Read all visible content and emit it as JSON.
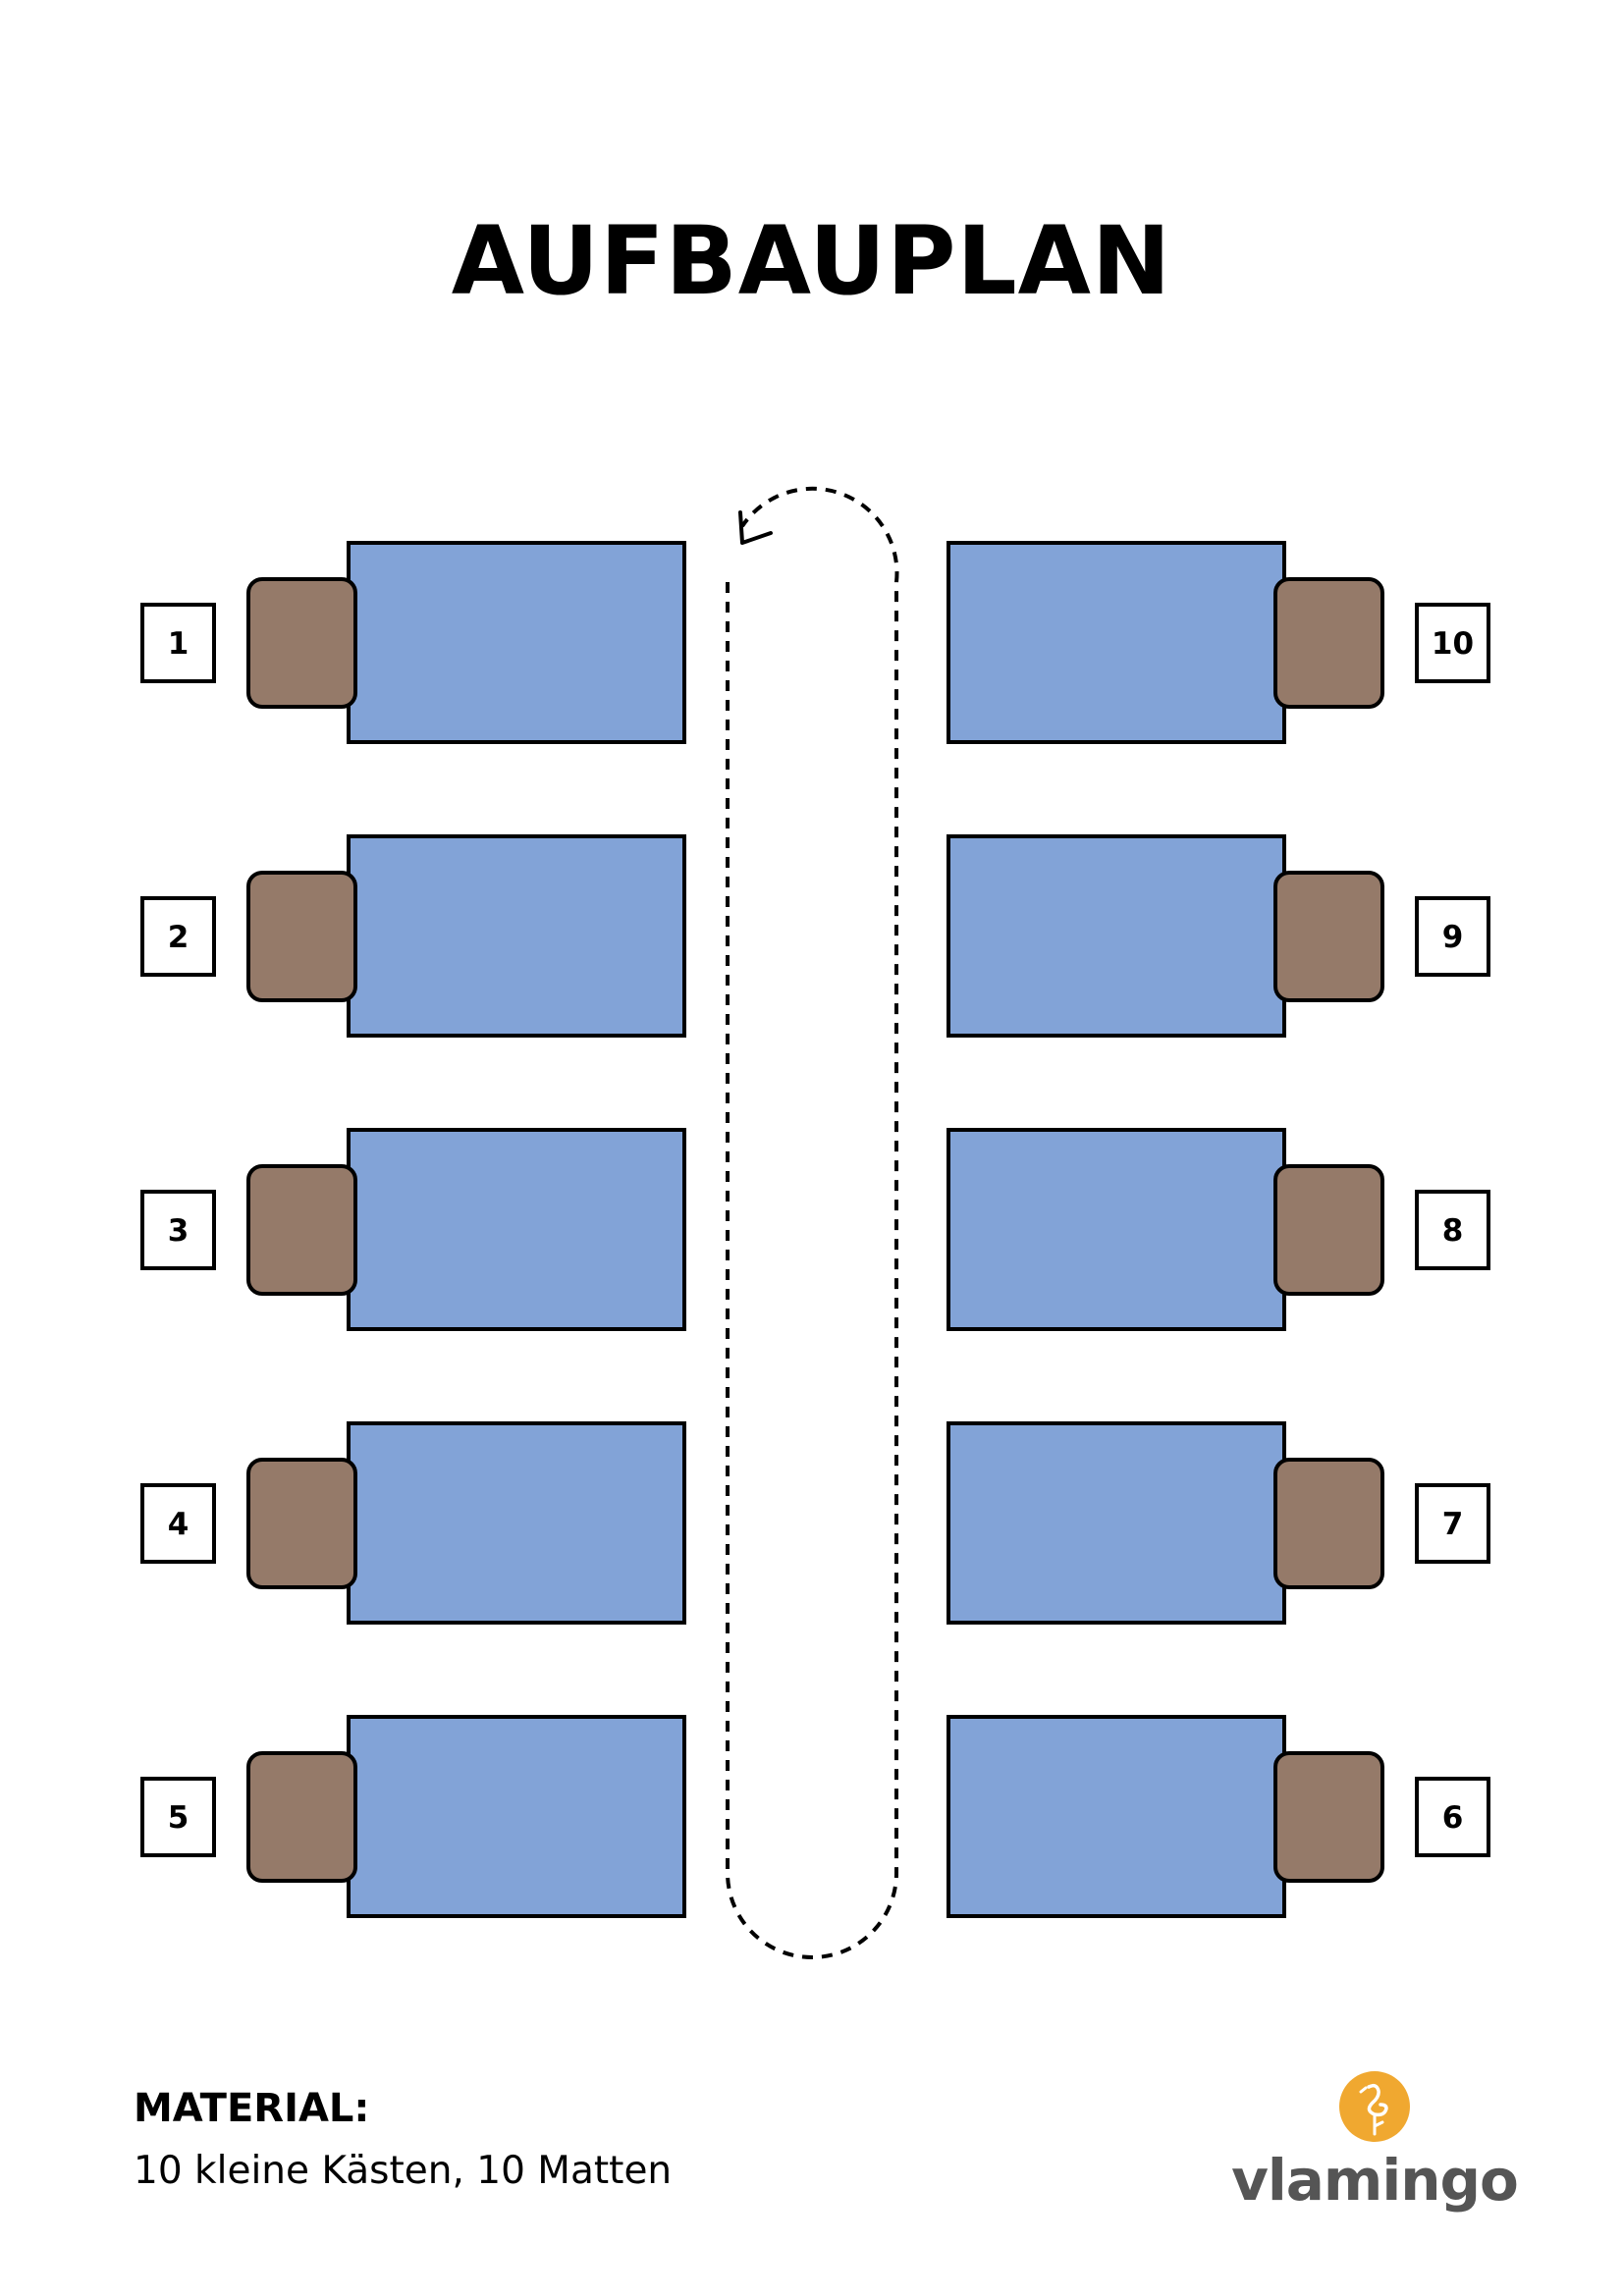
{
  "title": "AUFBAUPLAN",
  "stations": [
    {
      "number": "1",
      "side": "left",
      "row": 0
    },
    {
      "number": "2",
      "side": "left",
      "row": 1
    },
    {
      "number": "3",
      "side": "left",
      "row": 2
    },
    {
      "number": "4",
      "side": "left",
      "row": 3
    },
    {
      "number": "5",
      "side": "left",
      "row": 4
    },
    {
      "number": "6",
      "side": "right",
      "row": 4
    },
    {
      "number": "7",
      "side": "right",
      "row": 3
    },
    {
      "number": "8",
      "side": "right",
      "row": 2
    },
    {
      "number": "9",
      "side": "right",
      "row": 1
    },
    {
      "number": "10",
      "side": "right",
      "row": 0
    }
  ],
  "colors": {
    "mat": "#82a3d7",
    "box": "#957a69",
    "outline": "#000000",
    "logo_accent": "#f0a830",
    "logo_text": "#555555"
  },
  "path_icon": "dashed-loop-arrow",
  "material": {
    "heading": "MATERIAL:",
    "text": "10 kleine Kästen, 10 Matten"
  },
  "logo": {
    "text": "vlamingo",
    "icon": "flamingo-icon"
  }
}
